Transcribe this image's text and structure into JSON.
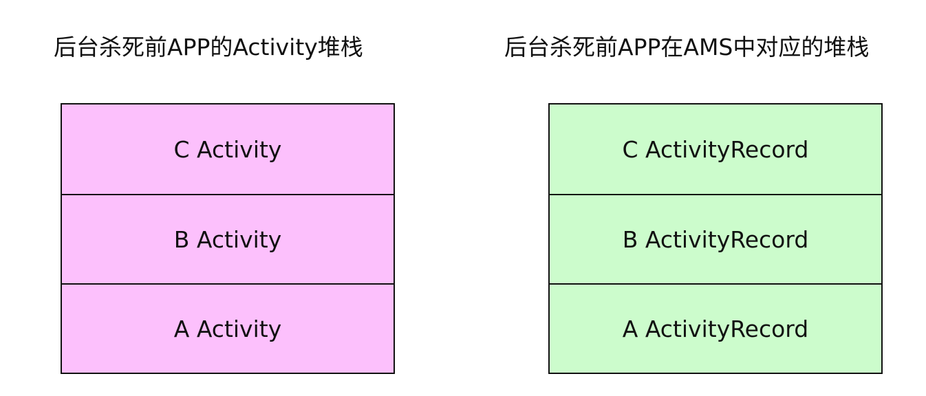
{
  "left": {
    "title": "后台杀死前APP的Activity堆栈",
    "color": "#fcc0fc",
    "layers": [
      "C Activity",
      "B Activity",
      "A Activity"
    ]
  },
  "right": {
    "title": "后台杀死前APP在AMS中对应的堆栈",
    "color": "#ccfccc",
    "layers": [
      "C ActivityRecord",
      "B ActivityRecord",
      "A ActivityRecord"
    ]
  }
}
